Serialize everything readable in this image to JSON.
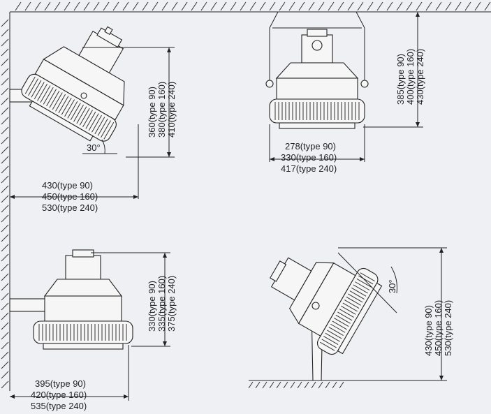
{
  "ceiling_mount": {
    "height": [
      "385(type 90)",
      "400(type 160)",
      "430(type 240)"
    ],
    "width": [
      "278(type 90)",
      "330(type 160)",
      "417(type 240)"
    ]
  },
  "wall_mount_tilted": {
    "height": [
      "360(type 90)",
      "380(type 160)",
      "410(type 240)"
    ],
    "width": [
      "430(type 90)",
      "450(type 160)",
      "530(type 240)"
    ],
    "angle": "30°"
  },
  "wall_mount_straight": {
    "height": [
      "330(type 90)",
      "335(type 160)",
      "375(type 240)"
    ],
    "width": [
      "395(type 90)",
      "420(type 160)",
      "535(type 240)"
    ]
  },
  "floor_mount": {
    "height": [
      "430(type 90)",
      "450(type 160)",
      "530(type 240)"
    ],
    "angle": "30°"
  }
}
